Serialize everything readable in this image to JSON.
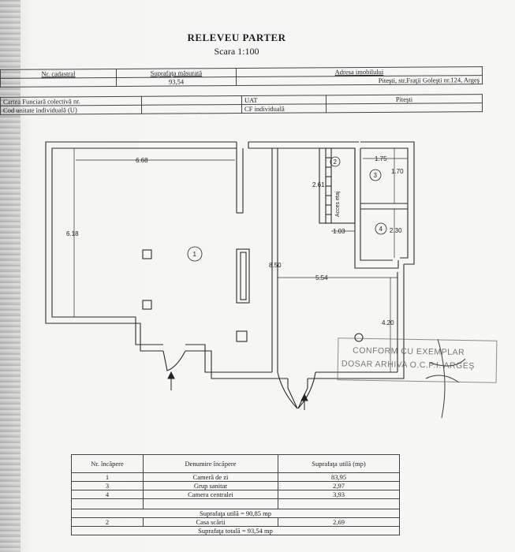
{
  "header": {
    "title": "RELEVEU PARTER",
    "scale": "Scara 1:100"
  },
  "info_table": {
    "nr_cadastral_label": "Nr. cadastral",
    "suprafata_label": "Suprafaţa măsurată",
    "suprafata_value": "93,54",
    "adresa_label": "Adresa imobilului",
    "adresa_value": "Piteşti, str.Fraţii Goleşti nr.124, Argeş",
    "carte_funciara_label": "Cartea Funciară colectivă nr.",
    "uat_label": "UAT",
    "uat_value": "Piteşti",
    "cod_unitate_label": "Cod unitate individuală (U)",
    "cf_individuala_label": "CF individuală"
  },
  "plan": {
    "dimensions": {
      "d_668": "6.68",
      "d_618": "6.18",
      "d_850": "8.50",
      "d_554": "5.54",
      "d_420": "4.20",
      "d_175": "1.75",
      "d_170": "1.70",
      "d_261": "2.61",
      "d_103": "1.03",
      "d_230": "2.30"
    },
    "rooms": {
      "r1": "1",
      "r2": "2",
      "r3": "3",
      "r4": "4"
    },
    "stairs_label": "Acces etaj"
  },
  "stamp": {
    "line1": "CONFORM CU EXEMPLAR",
    "line2": "DOSAR ARHIVA O.C.P.I. ARGEŞ"
  },
  "rooms_table": {
    "col_nr": "Nr. încăpere",
    "col_denumire": "Denumire încăpere",
    "col_suprafata": "Suprafaţa utilă (mp)",
    "rows": [
      {
        "nr": "1",
        "name": "Cameră de zi",
        "area": "83,95"
      },
      {
        "nr": "3",
        "name": "Grup sanitar",
        "area": "2,97"
      },
      {
        "nr": "4",
        "name": "Camera centralei",
        "area": "3,93"
      }
    ],
    "suprafata_utila": "Suprafaţa utilă = 90,85  mp",
    "casa_scarii": {
      "nr": "2",
      "name": "Casa scării",
      "area": "2,69"
    },
    "suprafata_totala": "Suprafaţa totală = 93,54 mp"
  }
}
